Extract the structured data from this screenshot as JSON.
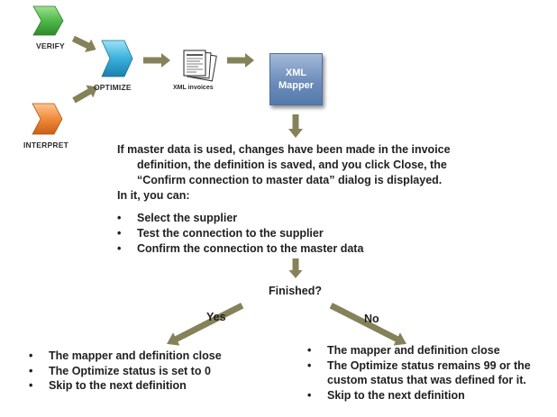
{
  "stages": {
    "verify": "VERIFY",
    "optimize": "OPTIMIZE",
    "interpret": "INTERPRET",
    "xml_invoices": "XML invoices",
    "mapper_line1": "XML",
    "mapper_line2": "Mapper"
  },
  "intro": {
    "line1": "If master data is used, changes have been made in the invoice",
    "line2": "definition, the definition is saved, and you click Close, the",
    "line3": "“Confirm connection to master data” dialog is displayed.",
    "in_it": "In it, you can:"
  },
  "options": [
    "Select the supplier",
    "Test the connection to the supplier",
    "Confirm the connection to the master data"
  ],
  "decision": {
    "question": "Finished?",
    "yes": "Yes",
    "no": "No"
  },
  "yes_branch": [
    "The mapper and definition close",
    "The Optimize status is set to 0",
    "Skip to the next definition"
  ],
  "no_branch": {
    "item1": "The mapper and definition close",
    "item2_line1": "The Optimize status remains 99 or the",
    "item2_line2": "custom status that was defined for it.",
    "item3": "Skip to the next definition"
  },
  "colors": {
    "verify": "#4fb84a",
    "optimize": "#3ab0dc",
    "interpret": "#f08a3a",
    "arrow": "#85825a",
    "mapper": "#6d8dbb"
  }
}
